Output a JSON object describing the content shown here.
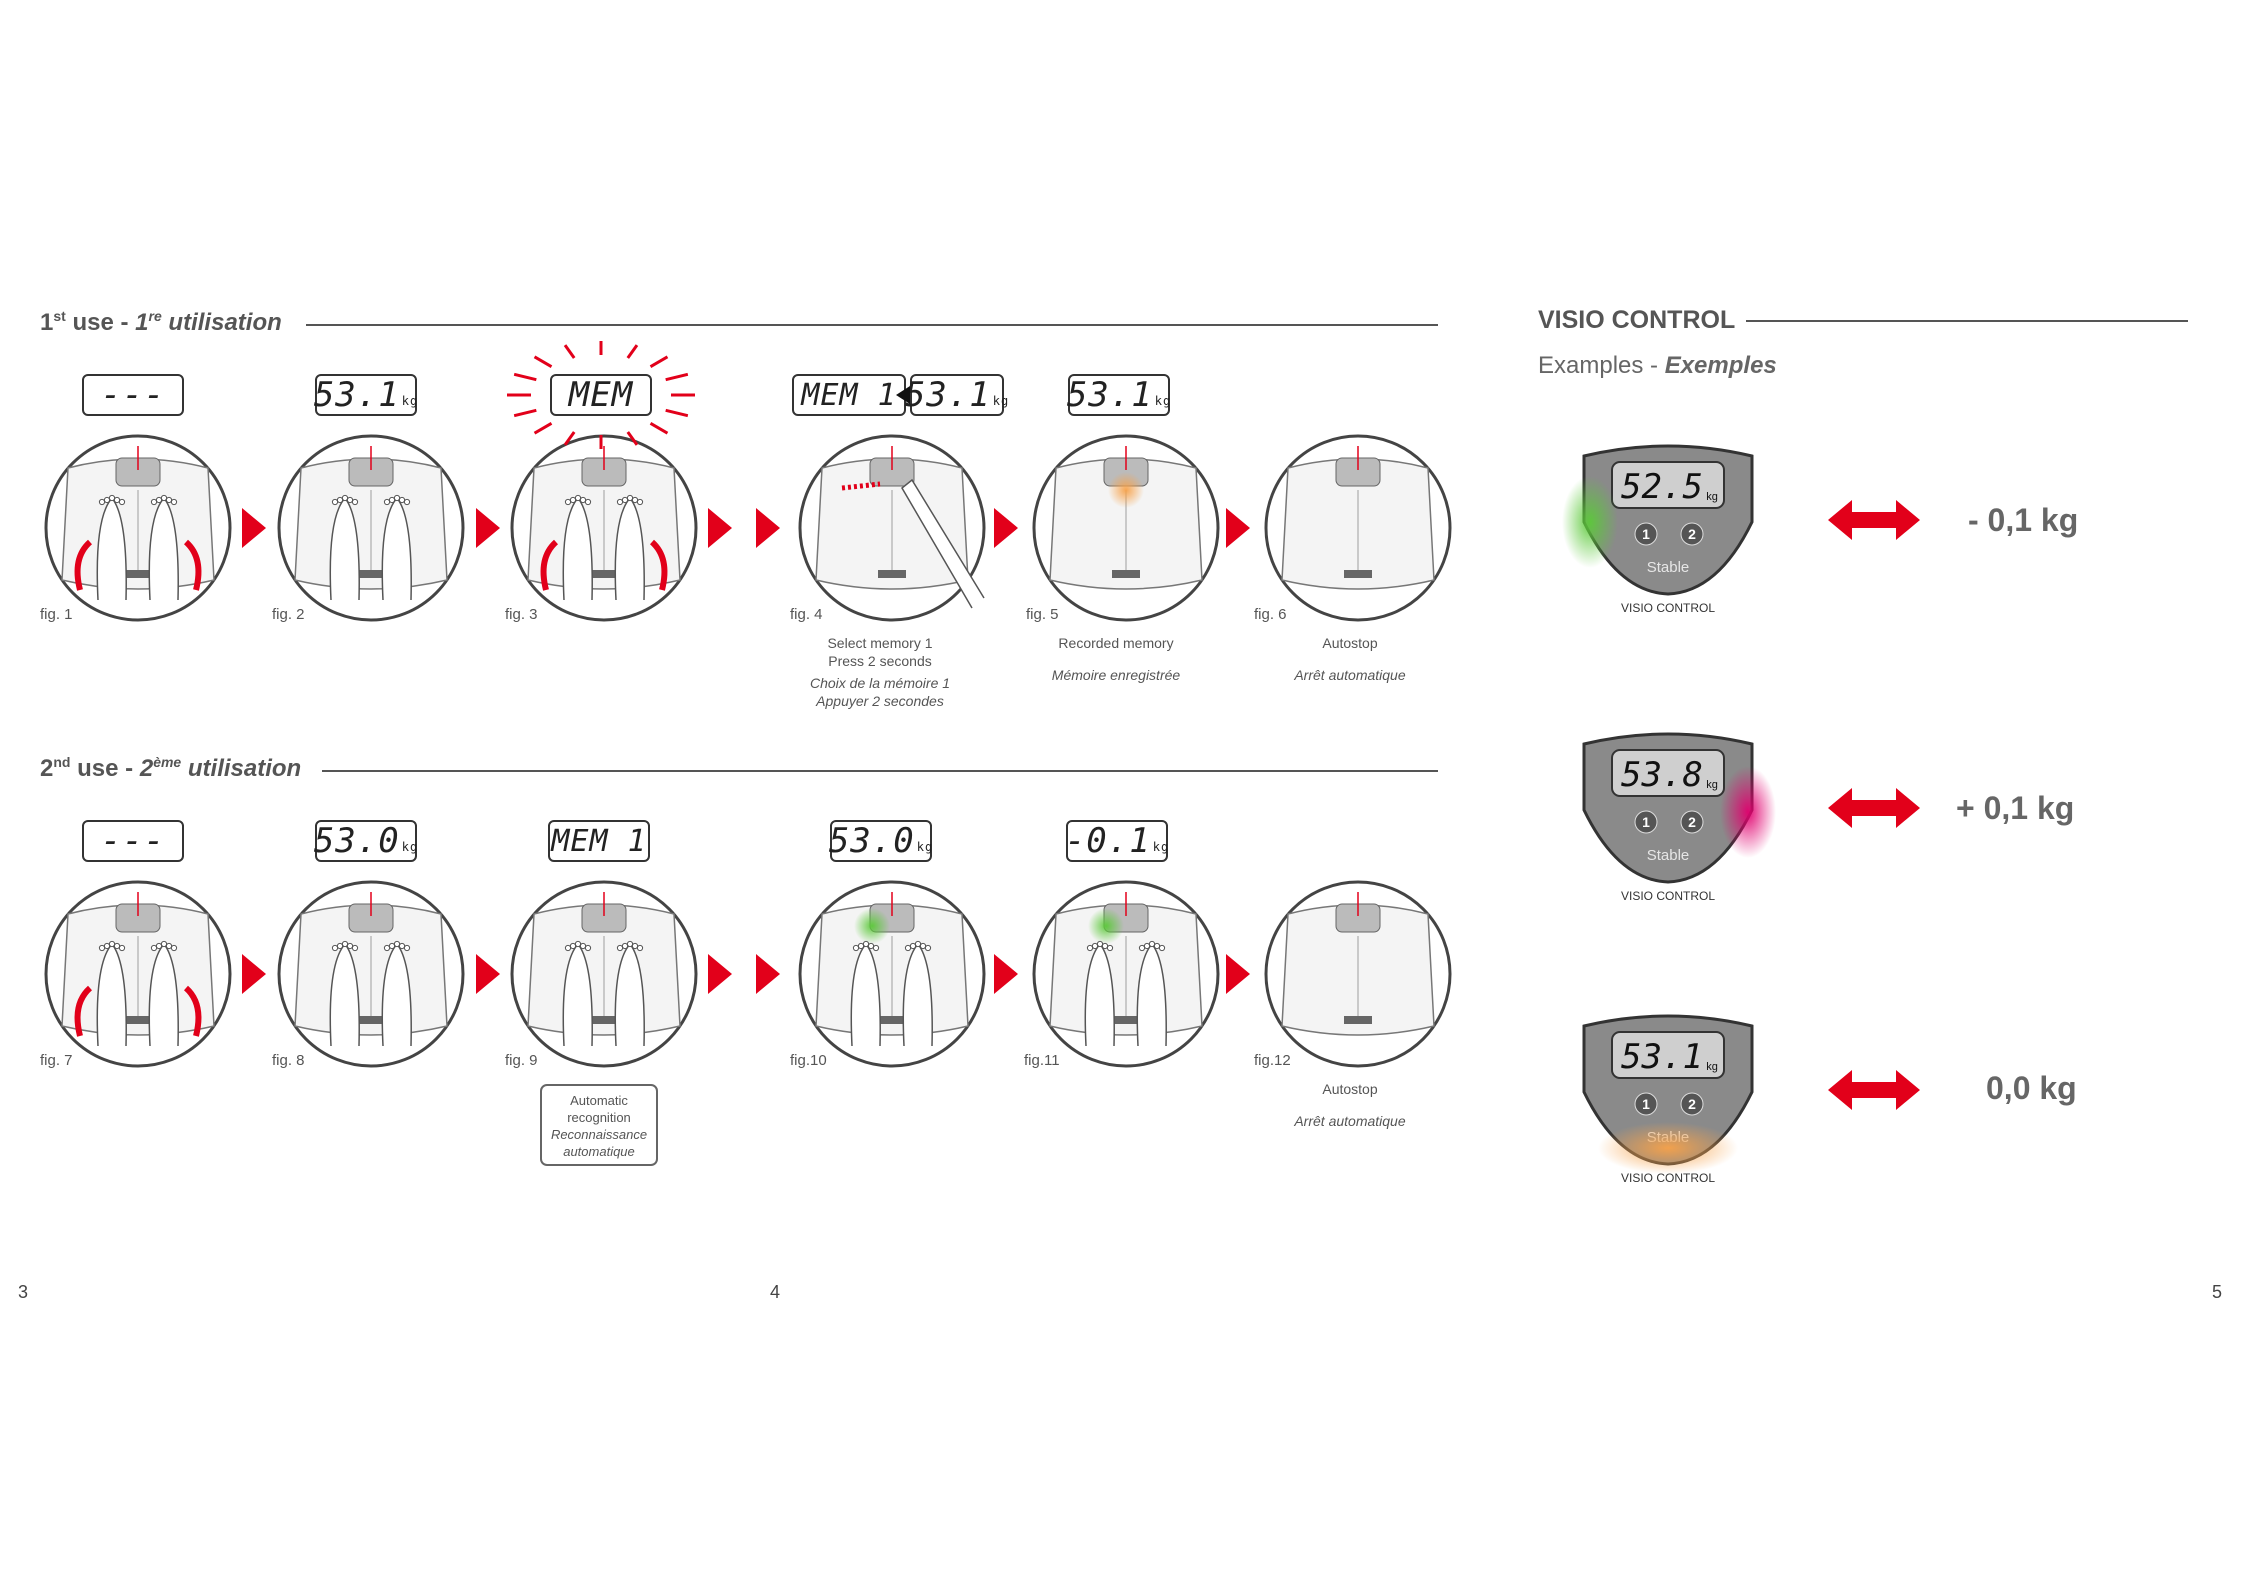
{
  "section1": {
    "title_a": "1",
    "title_sup": "st",
    "title_b": " use - ",
    "title_c": "1",
    "title_csup": "re",
    "title_d": " utilisation"
  },
  "section2": {
    "title_a": "2",
    "title_sup": "nd",
    "title_b": " use - ",
    "title_c": "2",
    "title_csup": "ème",
    "title_d": " utilisation"
  },
  "visio": {
    "title": "VISIO CONTROL",
    "subtitle_a": "Examples - ",
    "subtitle_b": "Exemples"
  },
  "row1": {
    "lcds": [
      "---",
      "53.1",
      "MEM",
      "MEM 1",
      "53.1",
      "53.1"
    ],
    "unit": "kg",
    "figs": [
      "fig. 1",
      "fig. 2",
      "fig. 3",
      "fig. 4",
      "fig. 5",
      "fig. 6"
    ],
    "cap4": [
      "Select memory 1",
      "Press 2 seconds",
      "Choix de la mémoire 1",
      "Appuyer 2 secondes"
    ],
    "cap5": [
      "Recorded memory",
      "Mémoire enregistrée"
    ],
    "cap6": [
      "Autostop",
      "Arrêt automatique"
    ]
  },
  "row2": {
    "lcds": [
      "---",
      "53.0",
      "MEM 1",
      "53.0",
      "-0.1"
    ],
    "figs": [
      "fig. 7",
      "fig. 8",
      "fig. 9",
      "fig.10",
      "fig.11",
      "fig.12"
    ],
    "cap9": [
      "Automatic",
      "recognition",
      "Reconnaissance",
      "automatique"
    ],
    "cap12": [
      "Autostop",
      "Arrêt automatique"
    ]
  },
  "examples": [
    {
      "display": "52.5",
      "diff": "- 0,1 kg",
      "glow": "#5cc93a",
      "side": "left"
    },
    {
      "display": "53.8",
      "diff": "+ 0,1 kg",
      "glow": "#e0006e",
      "side": "right"
    },
    {
      "display": "53.1",
      "diff": "0,0 kg",
      "glow": "#f7a24a",
      "side": "bottom"
    }
  ],
  "device": {
    "btn1": "1",
    "btn2": "2",
    "stable": "Stable",
    "brand": "VISIO CONTROL"
  },
  "pages": [
    "3",
    "4",
    "5"
  ],
  "colors": {
    "accent": "#e2001a",
    "text": "#555555"
  }
}
